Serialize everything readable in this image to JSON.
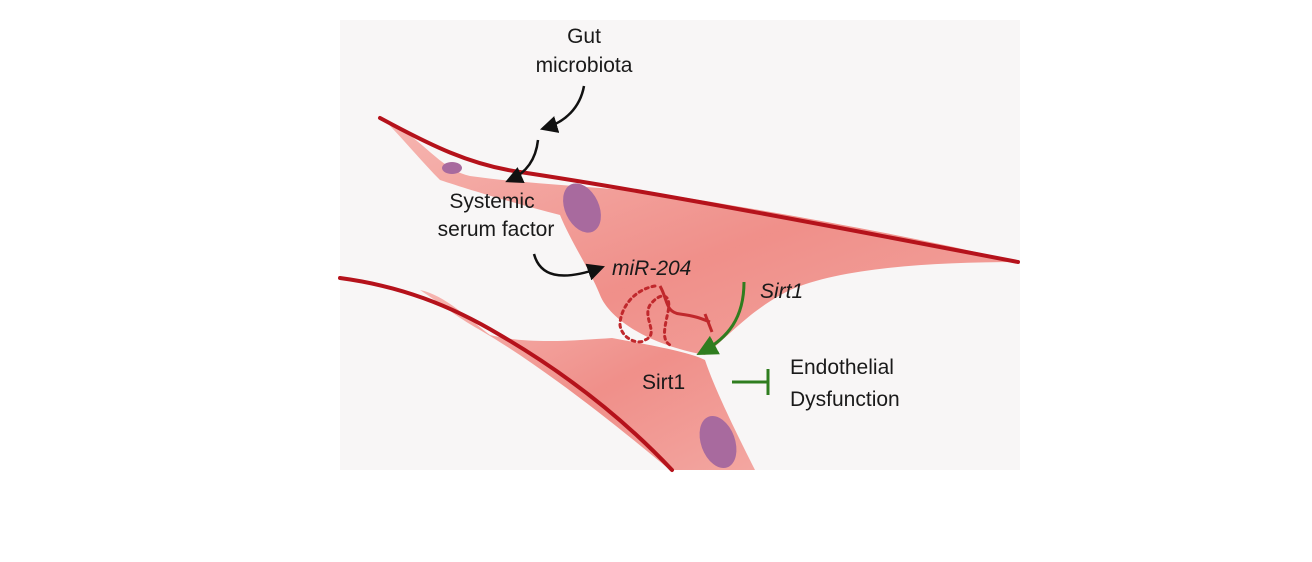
{
  "diagram": {
    "labels": {
      "gut_microbiota_line1": "Gut",
      "gut_microbiota_line2": "microbiota",
      "systemic_line1": "Systemic",
      "systemic_line2": "serum factor",
      "mirna": "miR-204",
      "sirt1_gene": "Sirt1",
      "sirt1_protein": "Sirt1",
      "endothelial_line1": "Endothelial",
      "endothelial_line2": "Dysfunction"
    },
    "colors": {
      "vessel_wall": "#b5121b",
      "cell_fill": "#f08a86",
      "nucleus": "#a86a9e",
      "inhibition_red": "#c0282c",
      "activation_green": "#2f7d1f",
      "arrow_black": "#111111"
    }
  }
}
